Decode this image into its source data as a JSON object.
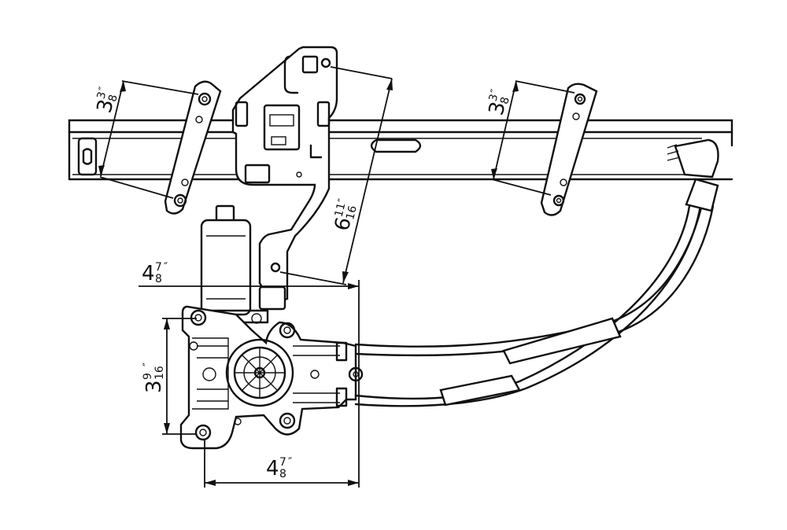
{
  "dimensions": {
    "top_left": {
      "whole": "3",
      "num": "3",
      "den": "8",
      "unit": "″"
    },
    "top_right": {
      "whole": "3",
      "num": "3",
      "den": "8",
      "unit": "″"
    },
    "diagonal": {
      "whole": "6",
      "num": "11",
      "den": "16",
      "unit": "″"
    },
    "left_width": {
      "whole": "4",
      "num": "7",
      "den": "8",
      "unit": "″"
    },
    "vertical": {
      "whole": "3",
      "num": "9",
      "den": "16",
      "unit": "″"
    },
    "bottom_width": {
      "whole": "4",
      "num": "7",
      "den": "8",
      "unit": "″"
    }
  },
  "colors": {
    "line": "#111111",
    "background": "#ffffff"
  }
}
